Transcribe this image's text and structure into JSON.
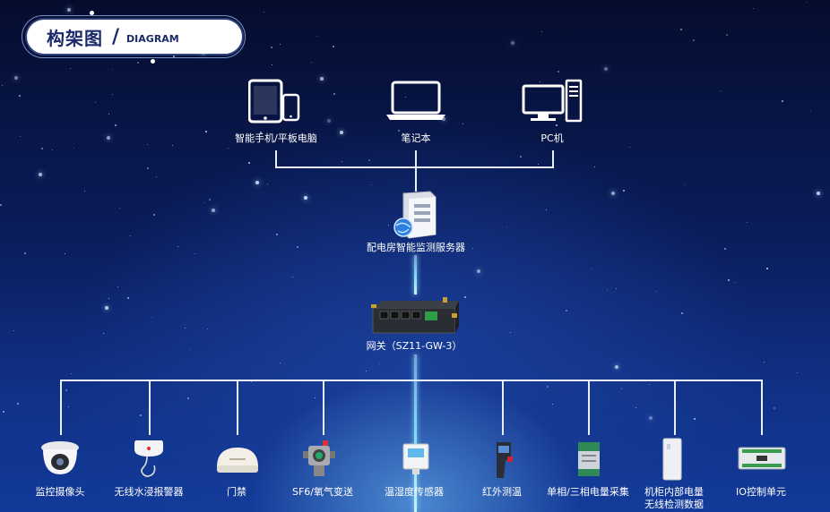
{
  "title": {
    "main": "构架图",
    "slash": "/",
    "sub": "DIAGRAM"
  },
  "terminals": [
    {
      "label": "智能手机/平板电脑",
      "icon": "tablet-phone-icon"
    },
    {
      "label": "笔记本",
      "icon": "laptop-icon"
    },
    {
      "label": "PC机",
      "icon": "desktop-pc-icon"
    }
  ],
  "server": {
    "label": "配电房智能监测服务器",
    "icon": "server-icon"
  },
  "gateway": {
    "label": "网关（SZ11-GW-3）",
    "icon": "gateway-router-icon"
  },
  "devices": [
    {
      "label": "监控摄像头",
      "icon": "dome-camera-icon"
    },
    {
      "label": "无线水浸报警器",
      "icon": "water-leak-sensor-icon"
    },
    {
      "label": "门禁",
      "icon": "door-sensor-icon"
    },
    {
      "label": "SF6/氧气变送",
      "icon": "gas-transmitter-icon"
    },
    {
      "label": "温湿度传感器",
      "icon": "temp-humidity-sensor-icon"
    },
    {
      "label": "红外测温",
      "icon": "infrared-thermometer-icon"
    },
    {
      "label": "单相/三相电量采集",
      "icon": "power-meter-module-icon"
    },
    {
      "label": "机柜内部电量",
      "label2": "无线检测数据",
      "icon": "cabinet-sensor-icon"
    },
    {
      "label": "IO控制单元",
      "icon": "io-control-board-icon"
    }
  ]
}
